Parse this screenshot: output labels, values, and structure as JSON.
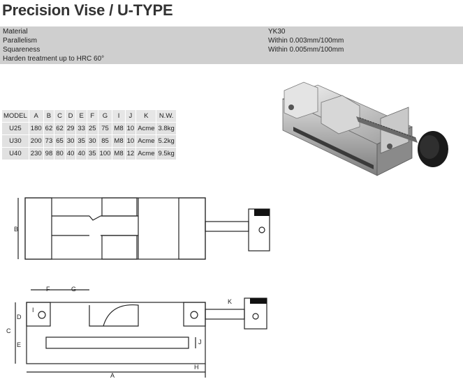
{
  "title": "Precision Vise / U-TYPE",
  "specs": [
    {
      "label": "Material",
      "value": "YK30"
    },
    {
      "label": "Parallelism",
      "value": "Within 0.003mm/100mm"
    },
    {
      "label": "Squareness",
      "value": "Within 0.005mm/100mm"
    },
    {
      "label": "Harden treatment up to HRC 60°",
      "value": ""
    }
  ],
  "table": {
    "headers": [
      "MODEL",
      "A",
      "B",
      "C",
      "D",
      "E",
      "F",
      "G",
      "I",
      "J",
      "K",
      "N.W."
    ],
    "rows": [
      [
        "U25",
        "180",
        "62",
        "62",
        "29",
        "33",
        "25",
        "75",
        "M8",
        "10",
        "Acme",
        "3.8kg"
      ],
      [
        "U30",
        "200",
        "73",
        "65",
        "30",
        "35",
        "30",
        "85",
        "M8",
        "10",
        "Acme",
        "5.2kg"
      ],
      [
        "U40",
        "230",
        "98",
        "80",
        "40",
        "40",
        "35",
        "100",
        "M8",
        "12",
        "Acme",
        "9.5kg"
      ]
    ]
  },
  "dims": {
    "A": "A",
    "B": "B",
    "C": "C",
    "D": "D",
    "E": "E",
    "F": "F",
    "G": "G",
    "H": "H",
    "I": "I",
    "J": "J",
    "K": "K"
  }
}
